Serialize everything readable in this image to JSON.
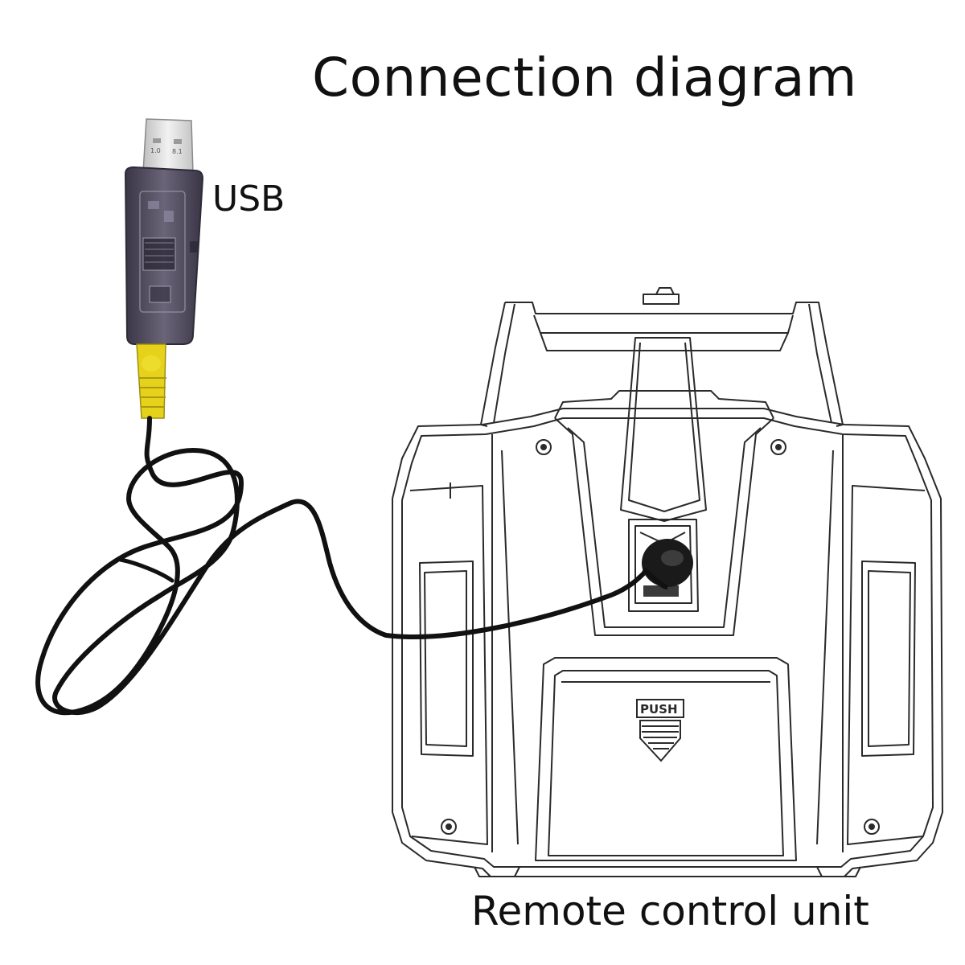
{
  "diagram": {
    "title": "Connection diagram",
    "usb_label": "USB",
    "remote_label": "Remote control unit",
    "push_label": "PUSH",
    "plug_marks": [
      "1.0",
      "8.1"
    ]
  },
  "colors": {
    "line": "#2a2a2a",
    "cable": "#111111",
    "connector_yellow": "#e6d21a",
    "dongle_body": "#4a4658",
    "usb_metal": "#d9d9d9"
  },
  "icons": [
    "usb-plug-icon",
    "push-arrow-icon",
    "screw-icon"
  ]
}
